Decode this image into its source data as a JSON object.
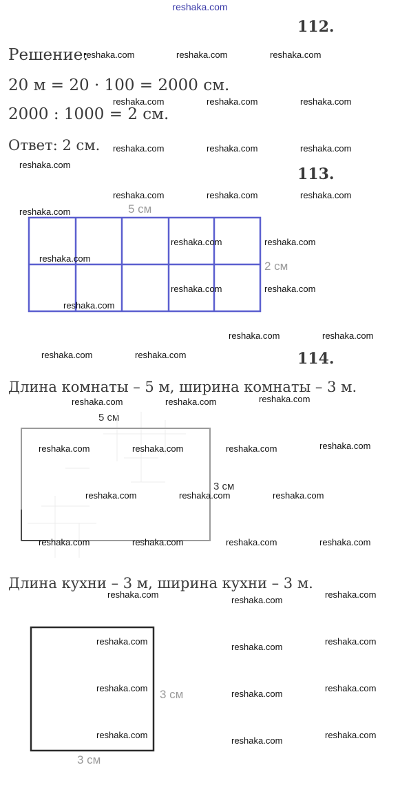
{
  "header": {
    "site": "reshaka.com"
  },
  "problem_112": {
    "number": "112.",
    "heading": "Решение:",
    "line1": "20 м = 20 · 100 = 2000 см.",
    "line2": "2000 : 1000 = 2 см.",
    "answer": "Ответ: 2 см."
  },
  "problem_113": {
    "number": "113.",
    "length_label": "5 см",
    "width_label": "2 см",
    "grid_color": "#5b5fcf"
  },
  "problem_114": {
    "number": "114.",
    "room_text": "Длина комнаты – 5 м, ширина комнаты – 3 м.",
    "room_length_label": "5 см",
    "room_width_label": "3 см",
    "kitchen_text": "Длина кухни – 3 м, ширина кухни – 3 м.",
    "kitchen_width_label": "3 см",
    "kitchen_length_label": "3 см"
  },
  "watermark": {
    "text": "reshaka.com"
  }
}
